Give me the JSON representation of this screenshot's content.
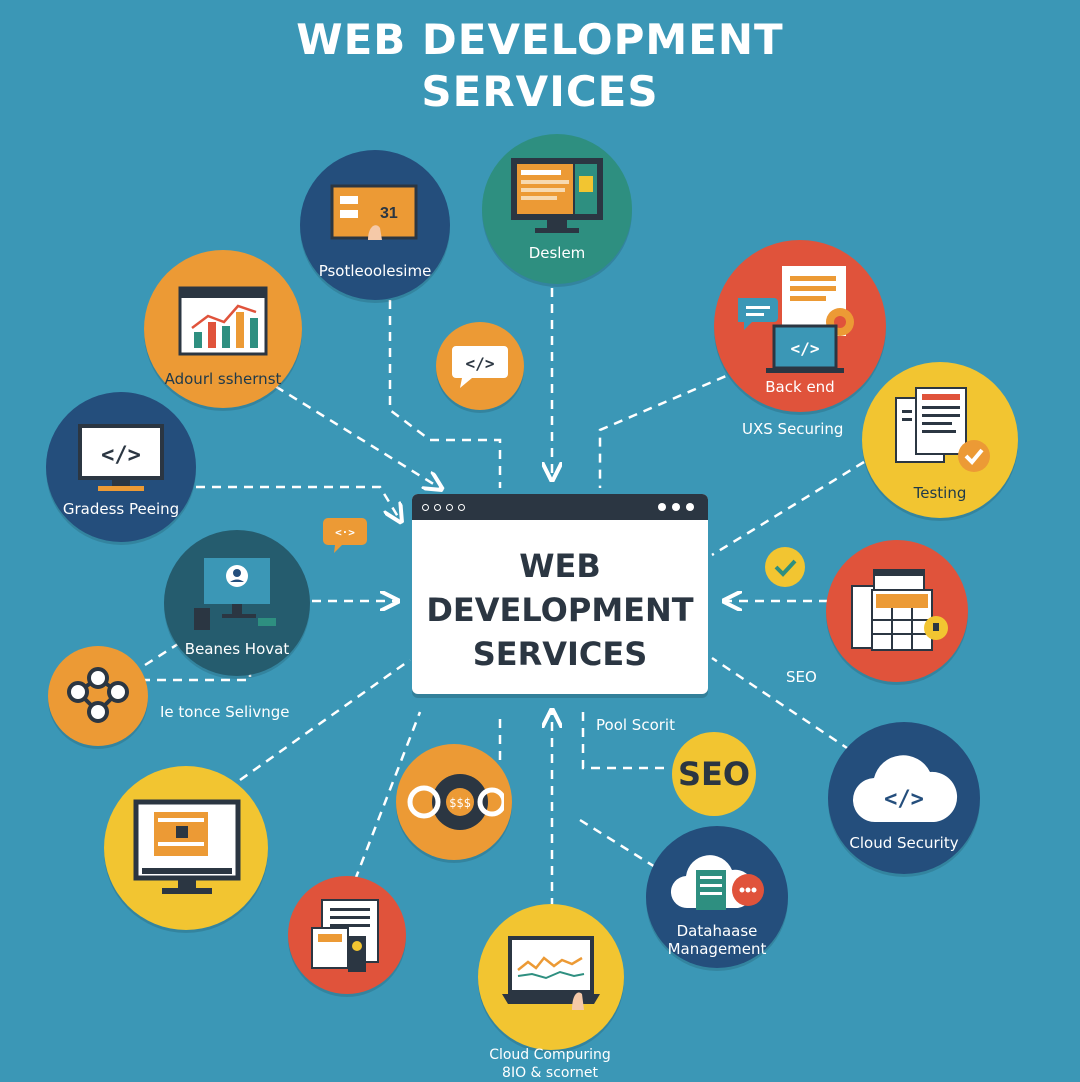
{
  "title": "WEB DEVELOPMENT\nSERVICES",
  "center": {
    "title": "WEB\nDEVELOPMENT\nSERVICES"
  },
  "colors": {
    "background": "#3b97b6",
    "orange": "#ec9a35",
    "red": "#e0533b",
    "navy": "#244e7c",
    "teal": "#2e8f80",
    "yellow": "#f2c531",
    "dark_teal": "#255c6e",
    "window_bar": "#2b3642"
  },
  "nodes": [
    {
      "id": "post",
      "label": "Psotleoolesime",
      "color": "#244e7c",
      "icon": "interactive-display-icon"
    },
    {
      "id": "design",
      "label": "Deslem",
      "color": "#2e8f80",
      "icon": "design-monitor-icon"
    },
    {
      "id": "adout",
      "label": "Adourl sshernst",
      "color": "#ec9a35",
      "icon": "analytics-chart-icon"
    },
    {
      "id": "backend",
      "label": "Back end",
      "color": "#e0533b",
      "icon": "backend-code-icon"
    },
    {
      "id": "code-bubble",
      "label": "",
      "color": "#ec9a35",
      "icon": "code-bubble-icon"
    },
    {
      "id": "gradess",
      "label": "Gradess Peeing",
      "color": "#244e7c",
      "icon": "code-monitor-icon"
    },
    {
      "id": "testing",
      "label": "Testing",
      "color": "#f2c531",
      "icon": "testing-checklist-icon"
    },
    {
      "id": "beanes",
      "label": "Beanes Hovat",
      "color": "#255c6e",
      "icon": "user-monitor-icon"
    },
    {
      "id": "calc",
      "label": "",
      "color": "#e0533b",
      "icon": "calculator-spreadsheet-icon"
    },
    {
      "id": "gears",
      "label": "",
      "color": "#ec9a35",
      "icon": "gears-network-icon"
    },
    {
      "id": "yellow-monitor",
      "label": "",
      "color": "#f2c531",
      "icon": "webpage-monitor-icon"
    },
    {
      "id": "orange-gears",
      "label": "",
      "color": "#ec9a35",
      "icon": "cog-gears-icon"
    },
    {
      "id": "cloud-sec",
      "label": "Cloud Security",
      "color": "#244e7c",
      "icon": "cloud-code-icon"
    },
    {
      "id": "docs",
      "label": "",
      "color": "#e0533b",
      "icon": "documents-icon"
    },
    {
      "id": "db",
      "label": "Datahaase\nManagement",
      "color": "#244e7c",
      "icon": "database-cloud-icon"
    },
    {
      "id": "cloud-comp",
      "label": "",
      "color": "#f2c531",
      "icon": "touch-laptop-icon"
    }
  ],
  "floating_labels": {
    "uxs": "UXS Securing",
    "seo_text": "SEO",
    "ie_tonce": "Ie tonce Selivnge",
    "pool": "Pool Scorit",
    "cloud_computing": "Cloud Compuring\n8IO & scornet"
  },
  "badges": {
    "seo": "SEO"
  }
}
